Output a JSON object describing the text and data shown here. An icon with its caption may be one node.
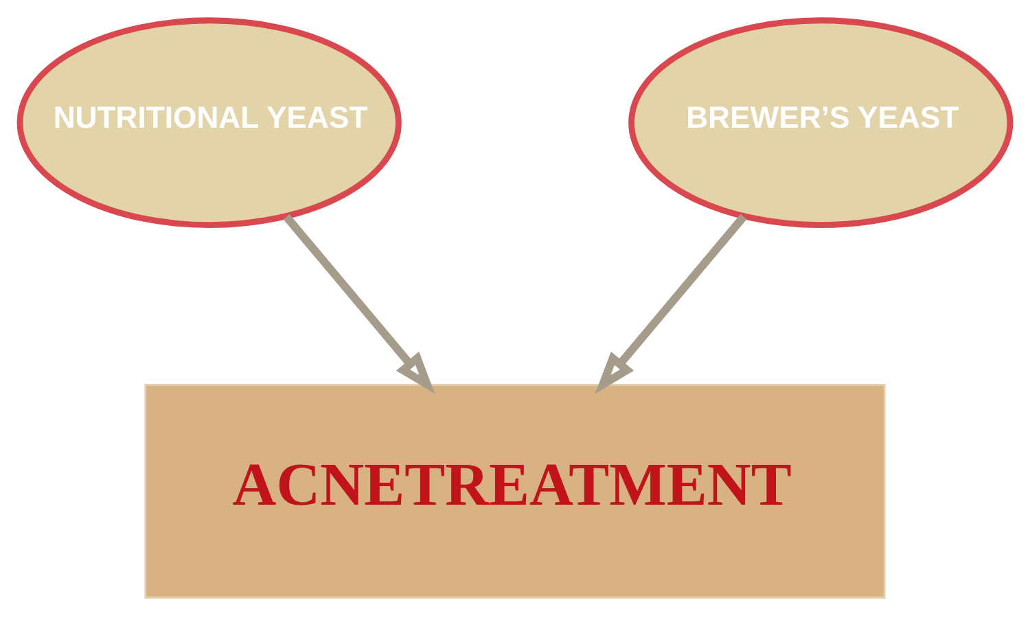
{
  "diagram": {
    "nodes": [
      {
        "text": [
          "NUTRITIONAL YEAST"
        ]
      },
      {
        "text": [
          "BREWER’S YEAST"
        ]
      },
      {
        "text": [
          "ACNETREATMENT"
        ]
      }
    ],
    "edges": [
      {
        "from": 0,
        "to": 2,
        "arrow": "to"
      },
      {
        "from": 1,
        "to": 2,
        "arrow": "to"
      }
    ]
  }
}
